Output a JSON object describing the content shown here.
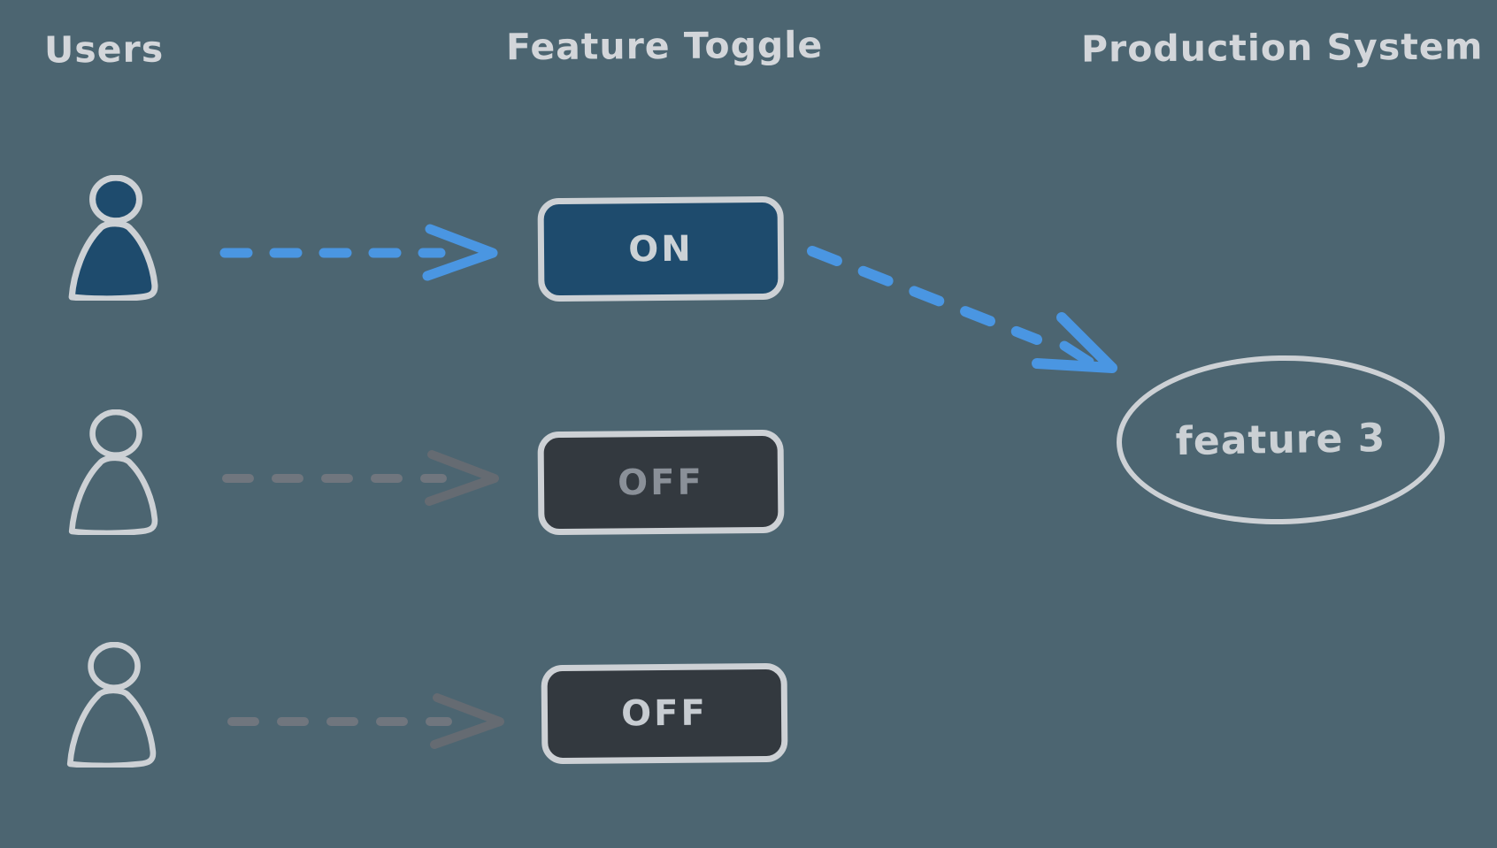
{
  "colors": {
    "background": "#4c6571",
    "outline_gray": "#cdd1d5",
    "header_text": "#d3d6da",
    "navy_fill": "#1e4b6d",
    "charcoal_fill": "#33393f",
    "on_text": "#ccd2d6",
    "off_text_dim": "#8a9098",
    "off_text_light": "#c7ccd1",
    "accent_blue": "#4a96e2",
    "gray_dash": "#70767e",
    "gray_arrowhead": "#656b72"
  },
  "headers": {
    "users": "Users",
    "feature_toggle": "Feature Toggle",
    "production_system": "Production System"
  },
  "rows": [
    {
      "user_icon": "user-icon-filled",
      "arrow_icon": "dashed-arrow-blue",
      "toggle_label": "ON",
      "toggle_state": "on"
    },
    {
      "user_icon": "user-icon-outline",
      "arrow_icon": "dashed-arrow-gray",
      "toggle_label": "OFF",
      "toggle_state": "off"
    },
    {
      "user_icon": "user-icon-outline",
      "arrow_icon": "dashed-arrow-gray",
      "toggle_label": "OFF",
      "toggle_state": "off"
    }
  ],
  "production_system": {
    "feature_label": "feature 3"
  }
}
